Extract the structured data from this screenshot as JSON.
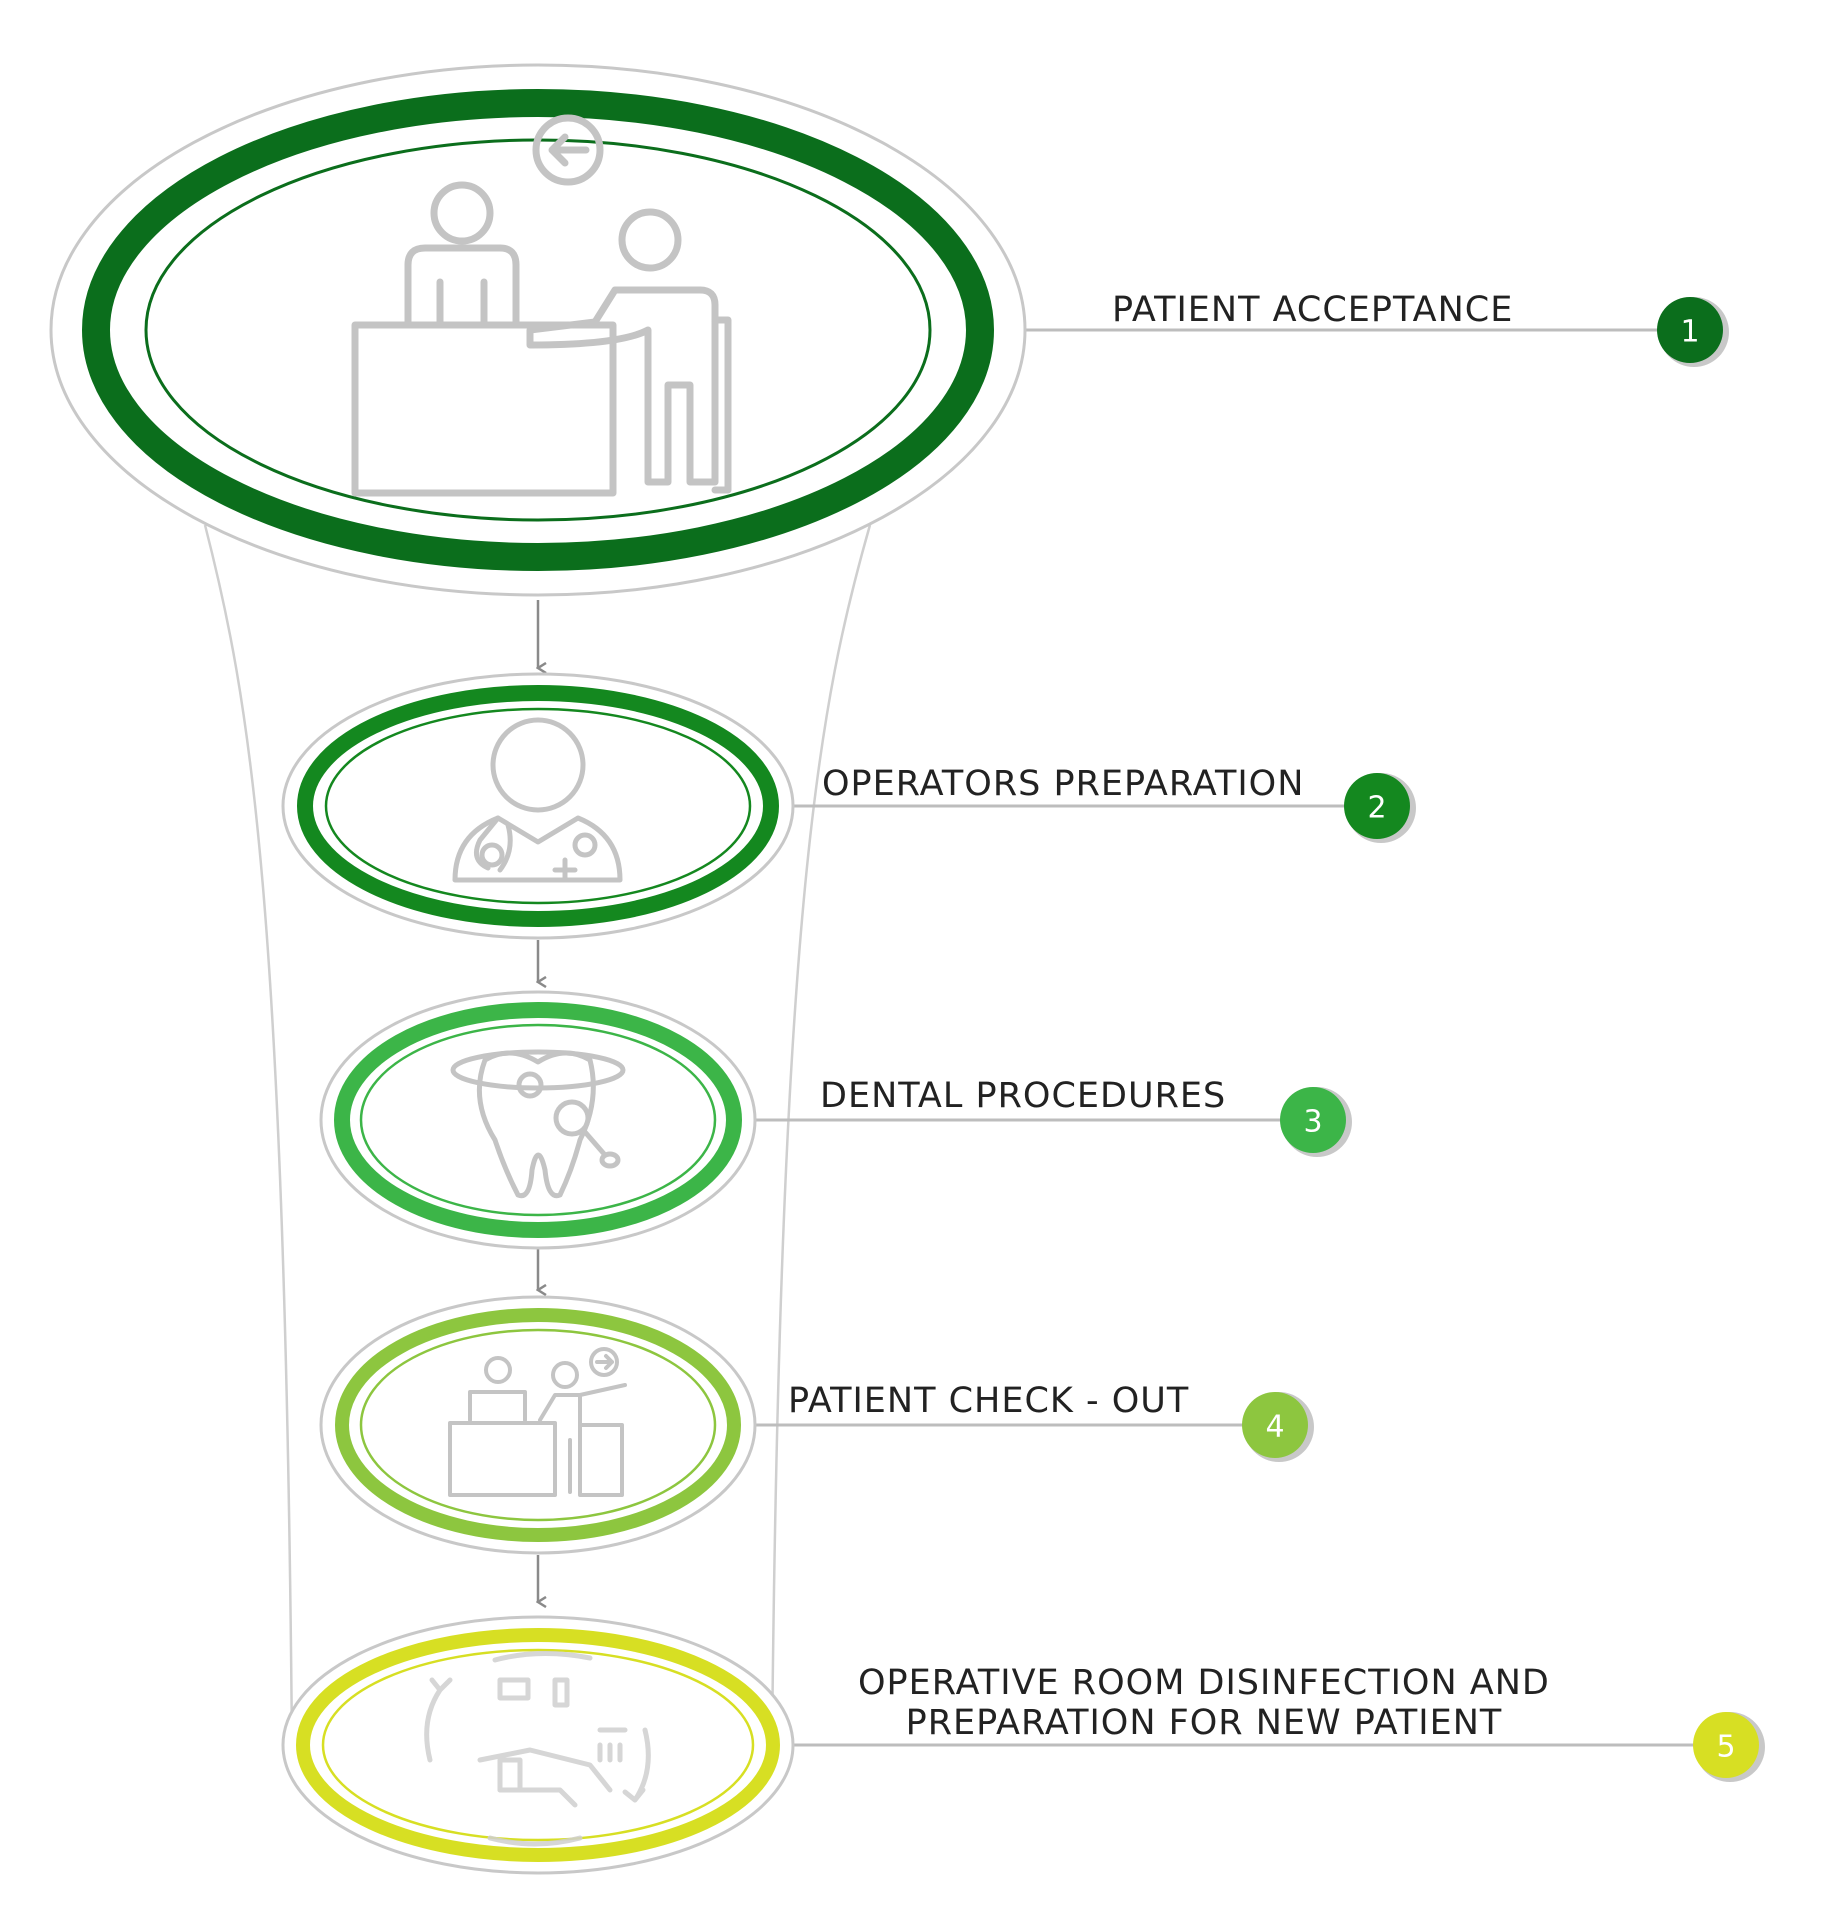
{
  "steps": [
    {
      "number": "1",
      "label": "PATIENT ACCEPTANCE",
      "color": "#0b6e1c",
      "icon": "reception-desk-icon"
    },
    {
      "number": "2",
      "label": "OPERATORS PREPARATION",
      "color": "#14881f",
      "icon": "doctor-icon"
    },
    {
      "number": "3",
      "label": "DENTAL PROCEDURES",
      "color": "#3cb548",
      "icon": "tooth-icon"
    },
    {
      "number": "4",
      "label": "PATIENT CHECK - OUT",
      "color": "#8dc63f",
      "icon": "check-out-desk-icon"
    },
    {
      "number": "5",
      "label_line1": "OPERATIVE ROOM DISINFECTION AND",
      "label_line2": "PREPARATION FOR NEW PATIENT",
      "color": "#d7df23",
      "icon": "room-disinfection-icon"
    }
  ],
  "colors": {
    "outline": "#c8c8c8",
    "connector": "#bdbdbd",
    "arrow": "#8a8a8a",
    "icon": "#c4c4c4"
  }
}
